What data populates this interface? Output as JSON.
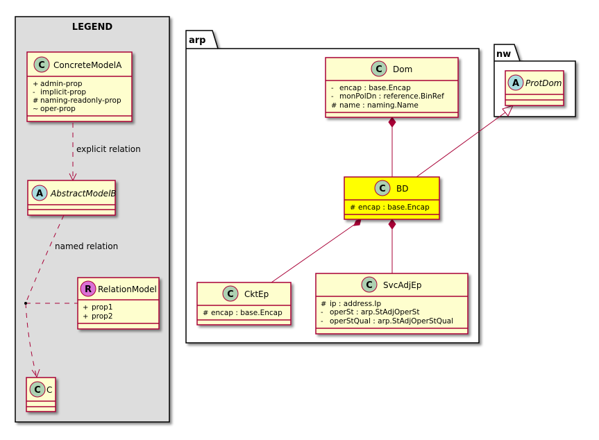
{
  "legend": {
    "title": "LEGEND",
    "concrete_model": {
      "name": "ConcreteModelA",
      "stereotype_letter": "C",
      "members": [
        {
          "vis": "+",
          "text": "admin-prop"
        },
        {
          "vis": "-",
          "text": "implicit-prop"
        },
        {
          "vis": "#",
          "text": "naming-readonly-prop"
        },
        {
          "vis": "~",
          "text": "oper-prop"
        }
      ]
    },
    "abstract_model": {
      "name": "AbstractModelB",
      "stereotype_letter": "A"
    },
    "relation_model": {
      "name": "RelationModel",
      "stereotype_letter": "R",
      "members": [
        {
          "vis": "+",
          "text": "prop1"
        },
        {
          "vis": "+",
          "text": "prop2"
        }
      ]
    },
    "target_model": {
      "name": "C",
      "stereotype_letter": "C"
    },
    "explicit_relation_label": "explicit relation",
    "named_relation_label": "named relation"
  },
  "packages": {
    "arp": {
      "name": "arp"
    },
    "nw": {
      "name": "nw"
    }
  },
  "classes": {
    "dom": {
      "name": "Dom",
      "stereotype_letter": "C",
      "members": [
        {
          "vis": "-",
          "text": "encap : base.Encap"
        },
        {
          "vis": "-",
          "text": "monPolDn : reference.BinRef"
        },
        {
          "vis": "#",
          "text": "name : naming.Name"
        }
      ]
    },
    "bd": {
      "name": "BD",
      "stereotype_letter": "C",
      "members": [
        {
          "vis": "#",
          "text": "encap : base.Encap"
        }
      ]
    },
    "cktep": {
      "name": "CktEp",
      "stereotype_letter": "C",
      "members": [
        {
          "vis": "#",
          "text": "encap : base.Encap"
        }
      ]
    },
    "svcadjep": {
      "name": "SvcAdjEp",
      "stereotype_letter": "C",
      "members": [
        {
          "vis": "#",
          "text": "ip : address.Ip"
        },
        {
          "vis": "-",
          "text": "operSt : arp.StAdjOperSt"
        },
        {
          "vis": "-",
          "text": "operStQual : arp.StAdjOperStQual"
        }
      ]
    },
    "protdom": {
      "name": "ProtDom",
      "stereotype_letter": "A"
    }
  },
  "colors": {
    "class_fill": "#FEFECE",
    "class_border": "#A80036",
    "highlight_fill": "#FFFF00",
    "legend_fill": "#DDDDDD",
    "class_spot": "#ADD1B2",
    "abstract_spot": "#A9DCDF",
    "relation_spot": "#DA70D6"
  }
}
